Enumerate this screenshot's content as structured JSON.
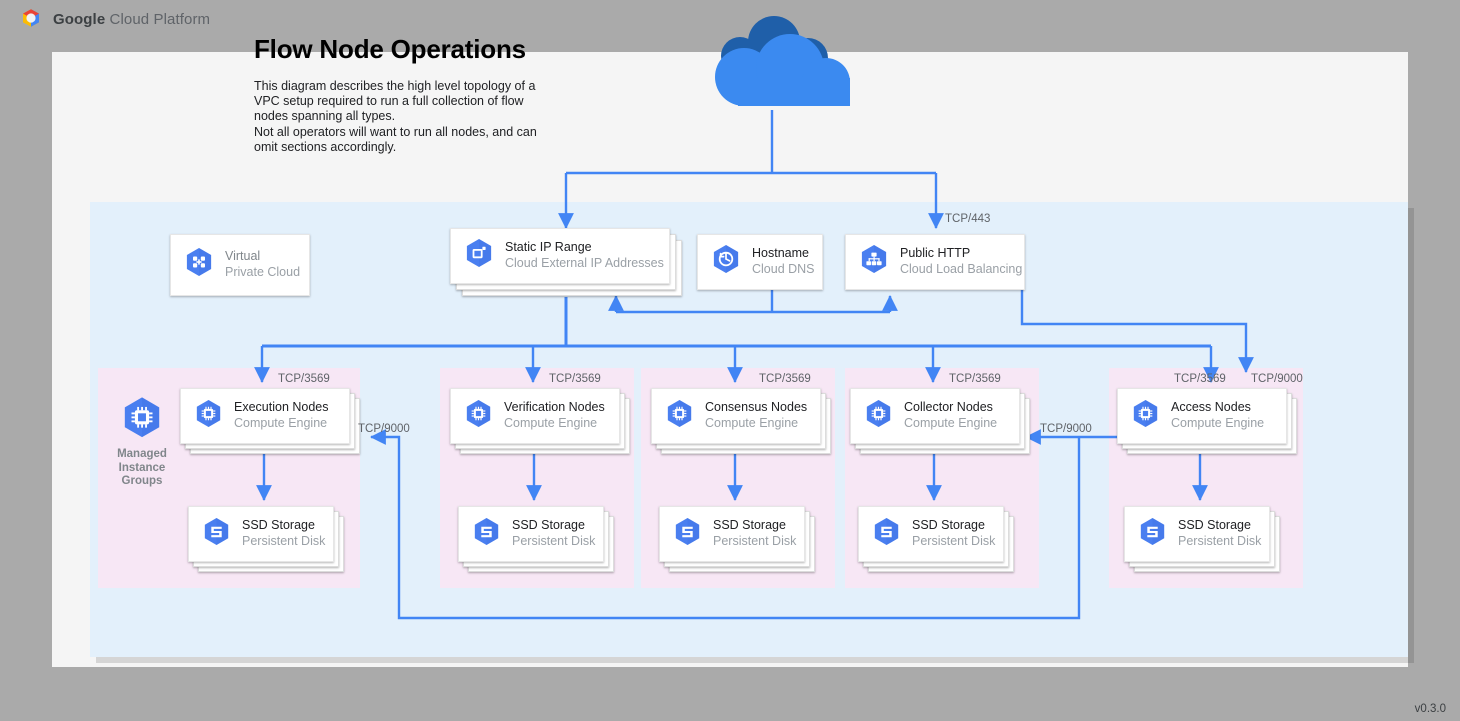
{
  "brand": {
    "bold": "Google",
    "rest": " Cloud Platform",
    "logo_icon": "google-cloud-logo"
  },
  "header": {
    "title": "Flow Node Operations",
    "description": "This diagram describes the high level topology of a VPC setup required to run a full collection of flow nodes spanning all types.\nNot all operators will want to run all nodes, and can omit sections accordingly."
  },
  "internet": {
    "icon": "cloud-icon"
  },
  "vpc_region": {
    "label": "Virtual Private Cloud"
  },
  "colors": {
    "page_background": "#aaaaaa",
    "canvas": "#f5f5f5",
    "vpc_fill": "#e3f0fb",
    "group_fill": "#f7e7f5",
    "wire": "#4285f4",
    "cloud_front": "#3b8af0",
    "cloud_back": "#1f5fa9",
    "icon_blue": "#4a7ff0",
    "label_gray": "#5f6368"
  },
  "top_nodes": [
    {
      "id": "vpc-badge",
      "title": "Virtual",
      "subtitle": "Private Cloud",
      "icon": "virtual-private-cloud-icon",
      "muted": true,
      "stacked": false
    },
    {
      "id": "static-ip",
      "title": "Static IP Range",
      "subtitle": "Cloud External IP Addresses",
      "icon": "external-ip-icon",
      "muted": false,
      "stacked": true
    },
    {
      "id": "hostname",
      "title": "Hostname",
      "subtitle": "Cloud DNS",
      "icon": "cloud-dns-icon",
      "muted": false,
      "stacked": false
    },
    {
      "id": "public-http",
      "title": "Public HTTP",
      "subtitle": "Cloud Load Balancing",
      "icon": "load-balancing-icon",
      "muted": false,
      "stacked": false
    }
  ],
  "groups": [
    {
      "id": "execution",
      "side_label": "Managed\nInstance\nGroups",
      "side_icon": "managed-instance-groups-icon",
      "node": {
        "title": "Execution Nodes",
        "subtitle": "Compute Engine",
        "icon": "compute-engine-icon"
      },
      "storage": {
        "title": "SSD Storage",
        "subtitle": "Persistent Disk",
        "icon": "persistent-disk-icon"
      }
    },
    {
      "id": "verification",
      "node": {
        "title": "Verification Nodes",
        "subtitle": "Compute Engine",
        "icon": "compute-engine-icon"
      },
      "storage": {
        "title": "SSD Storage",
        "subtitle": "Persistent Disk",
        "icon": "persistent-disk-icon"
      }
    },
    {
      "id": "consensus",
      "node": {
        "title": "Consensus Nodes",
        "subtitle": "Compute Engine",
        "icon": "compute-engine-icon"
      },
      "storage": {
        "title": "SSD Storage",
        "subtitle": "Persistent Disk",
        "icon": "persistent-disk-icon"
      }
    },
    {
      "id": "collector",
      "node": {
        "title": "Collector Nodes",
        "subtitle": "Compute Engine",
        "icon": "compute-engine-icon"
      },
      "storage": {
        "title": "SSD Storage",
        "subtitle": "Persistent Disk",
        "icon": "persistent-disk-icon"
      }
    },
    {
      "id": "access",
      "node": {
        "title": "Access Nodes",
        "subtitle": "Compute Engine",
        "icon": "compute-engine-icon"
      },
      "storage": {
        "title": "SSD Storage",
        "subtitle": "Persistent Disk",
        "icon": "persistent-disk-icon"
      }
    }
  ],
  "port_labels": [
    {
      "id": "lb-443",
      "text": "TCP/443"
    },
    {
      "id": "execution-3569",
      "text": "TCP/3569"
    },
    {
      "id": "verification-3569",
      "text": "TCP/3569"
    },
    {
      "id": "consensus-3569",
      "text": "TCP/3569"
    },
    {
      "id": "collector-3569",
      "text": "TCP/3569"
    },
    {
      "id": "access-3569",
      "text": "TCP/3569"
    },
    {
      "id": "access-9000",
      "text": "TCP/9000"
    },
    {
      "id": "execution-9000",
      "text": "TCP/9000"
    },
    {
      "id": "collector-9000",
      "text": "TCP/9000"
    }
  ],
  "footer": {
    "version": "v0.3.0"
  }
}
